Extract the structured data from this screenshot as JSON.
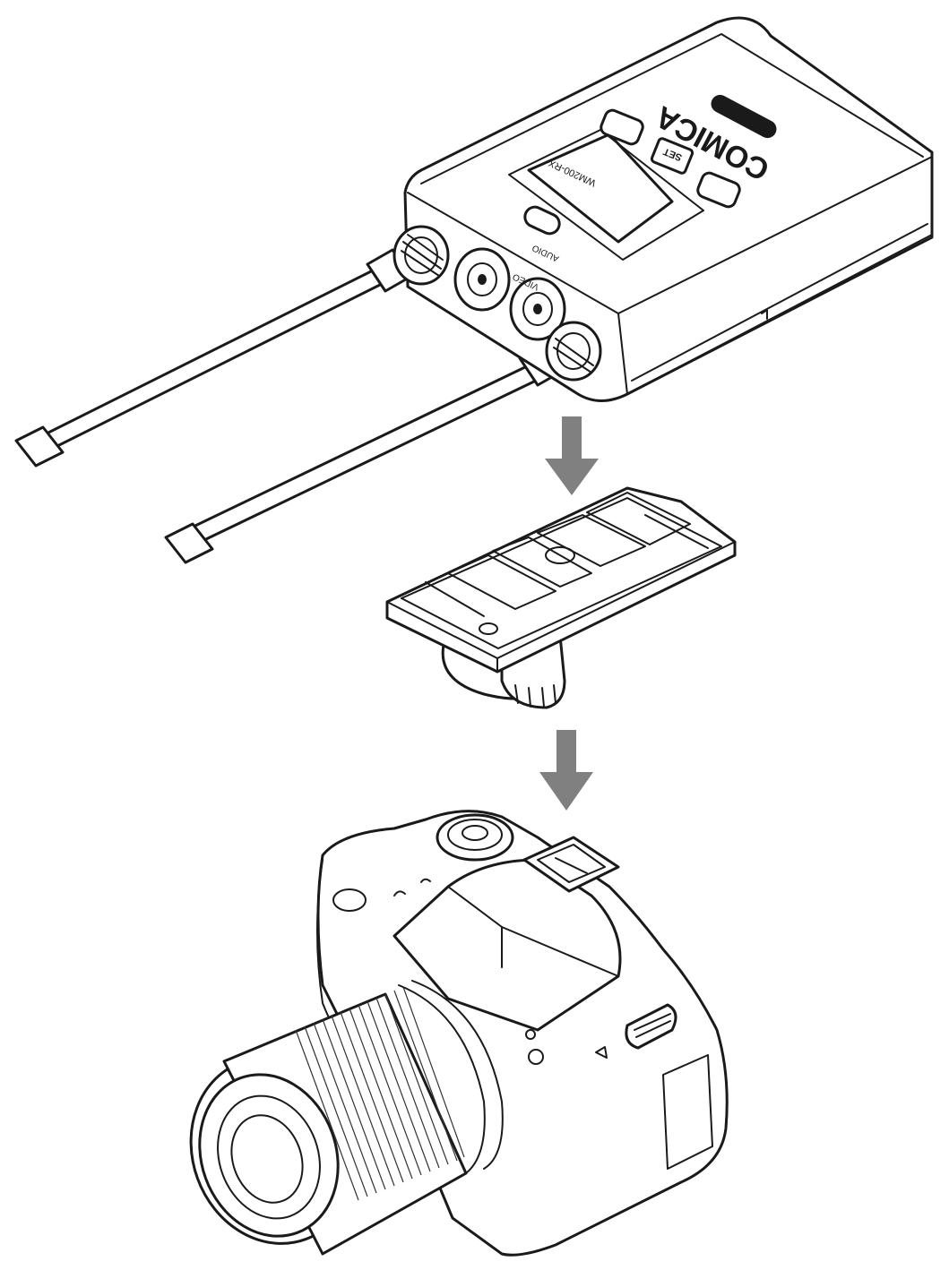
{
  "receiver": {
    "brand": "COMICA",
    "model": "WM200-RX",
    "labels": [
      "AUDIO",
      "VIDEO",
      "SET"
    ]
  },
  "colors": {
    "line": "#1a1a1a",
    "arrow": "#808080",
    "background": "#ffffff"
  },
  "icons": {
    "step_arrow": "down-arrow-icon"
  }
}
